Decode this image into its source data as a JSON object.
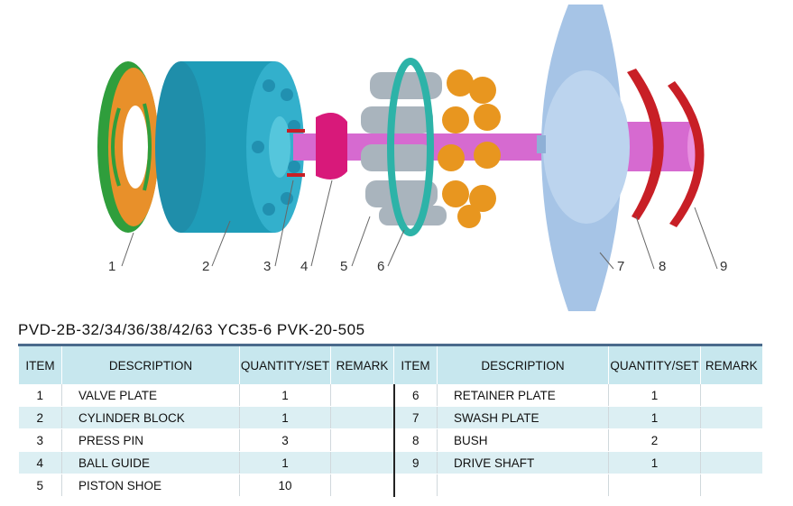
{
  "callouts": [
    "1",
    "2",
    "3",
    "4",
    "5",
    "6",
    "7",
    "8",
    "9"
  ],
  "table_title": "PVD-2B-32/34/36/38/42/63 YC35-6  PVK-20-505",
  "headers": [
    "ITEM",
    "DESCRIPTION",
    "QUANTITY/SET",
    "REMARK",
    "ITEM",
    "DESCRIPTION",
    "QUANTITY/SET",
    "REMARK"
  ],
  "rows": [
    {
      "left": {
        "item": "1",
        "desc": "VALVE PLATE",
        "qty": "1",
        "remark": ""
      },
      "right": {
        "item": "6",
        "desc": "RETAINER PLATE",
        "qty": "1",
        "remark": ""
      }
    },
    {
      "left": {
        "item": "2",
        "desc": "CYLINDER BLOCK",
        "qty": "1",
        "remark": ""
      },
      "right": {
        "item": "7",
        "desc": "SWASH PLATE",
        "qty": "1",
        "remark": ""
      }
    },
    {
      "left": {
        "item": "3",
        "desc": "PRESS PIN",
        "qty": "3",
        "remark": ""
      },
      "right": {
        "item": "8",
        "desc": "BUSH",
        "qty": "2",
        "remark": ""
      }
    },
    {
      "left": {
        "item": "4",
        "desc": "BALL GUIDE",
        "qty": "1",
        "remark": ""
      },
      "right": {
        "item": "9",
        "desc": "DRIVE SHAFT",
        "qty": "1",
        "remark": ""
      }
    },
    {
      "left": {
        "item": "5",
        "desc": "PISTON SHOE",
        "qty": "10",
        "remark": ""
      },
      "right": {
        "item": "",
        "desc": "",
        "qty": "",
        "remark": ""
      }
    }
  ],
  "colors": {
    "valve_plate": "#2f9e3c",
    "valve_plate_face": "#e8902a",
    "cylinder_block": "#1f9cb8",
    "ball_guide": "#d8197a",
    "shaft": "#d66ad0",
    "pistons": "#a9b4bd",
    "shoes": "#e8961f",
    "retainer": "#2db3a8",
    "swash_plate": "#a6c4e6",
    "bush": "#c81f26",
    "header_bg": "#c7e7ee",
    "row_alt": "#dceff3"
  }
}
